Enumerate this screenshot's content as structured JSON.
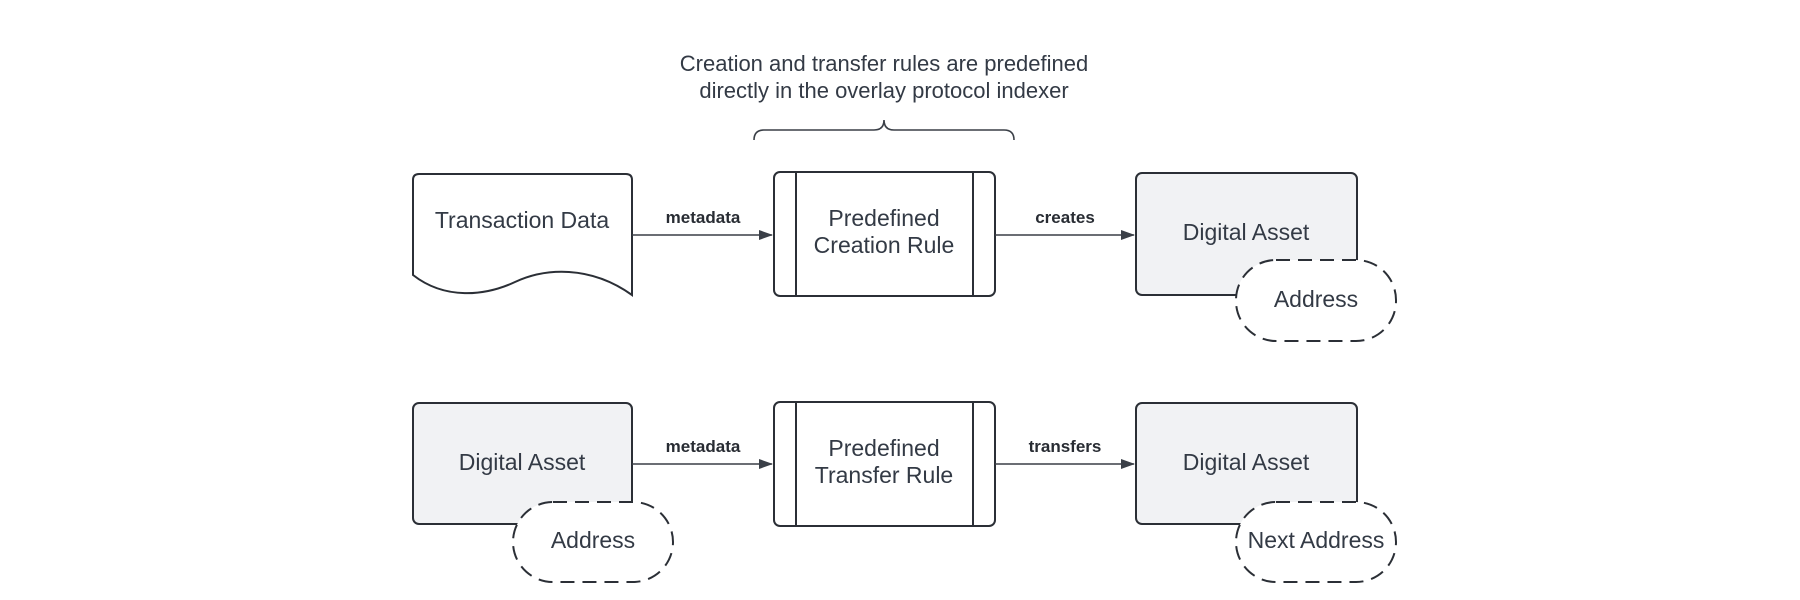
{
  "annotation": {
    "line1": "Creation and transfer rules are predefined",
    "line2": "directly in the overlay protocol indexer"
  },
  "row1": {
    "source": {
      "label": "Transaction Data"
    },
    "edge1": {
      "label": "metadata"
    },
    "rule": {
      "line1": "Predefined",
      "line2": "Creation Rule"
    },
    "edge2": {
      "label": "creates"
    },
    "target": {
      "label": "Digital Asset",
      "address": "Address"
    }
  },
  "row2": {
    "source": {
      "label": "Digital Asset",
      "address": "Address"
    },
    "edge1": {
      "label": "metadata"
    },
    "rule": {
      "line1": "Predefined",
      "line2": "Transfer Rule"
    },
    "edge2": {
      "label": "transfers"
    },
    "target": {
      "label": "Digital Asset",
      "address": "Next Address"
    }
  },
  "colors": {
    "asset_fill": "#f1f2f4",
    "stroke": "#2b2f36",
    "text": "#333a45"
  }
}
